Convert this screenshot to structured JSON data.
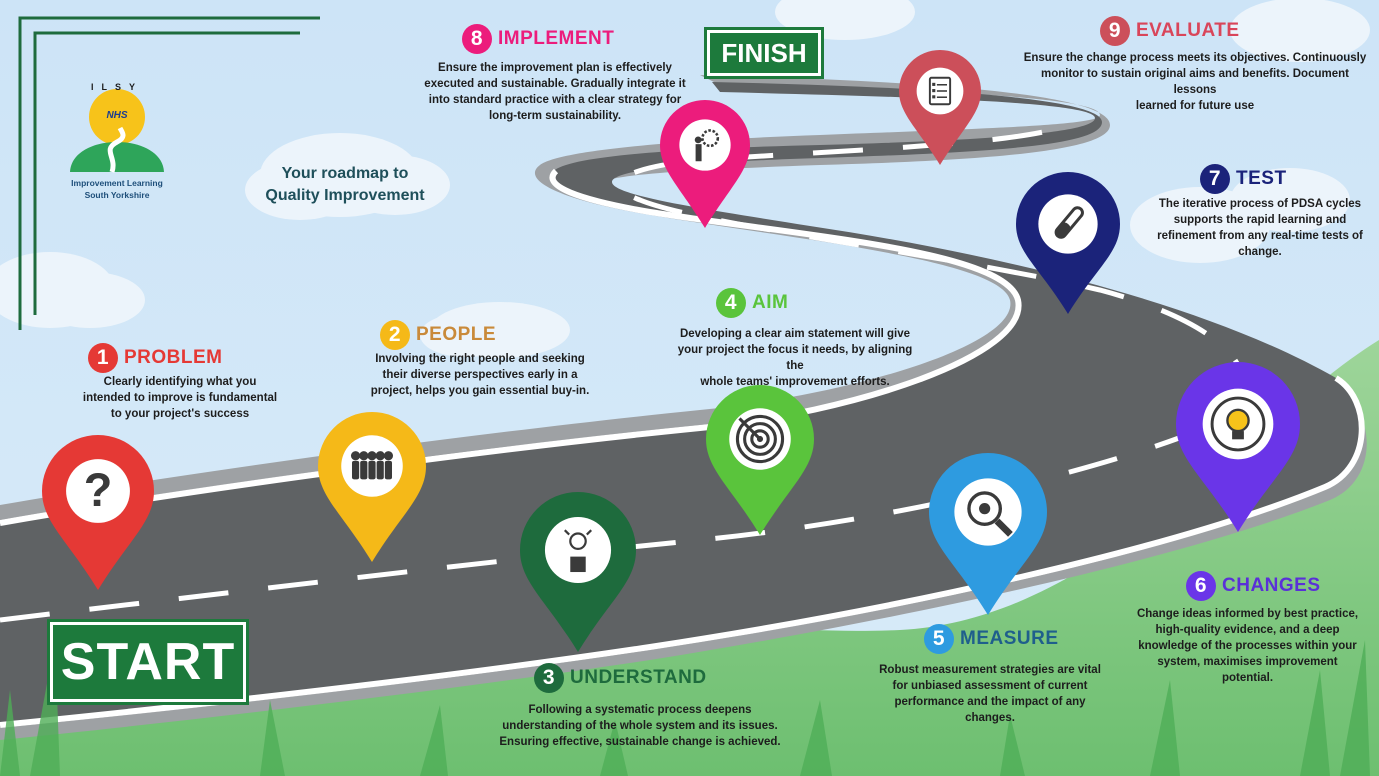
{
  "logo": {
    "arc_letters": "ILSY",
    "badge": "NHS",
    "line1": "Improvement Learning",
    "line2": "South Yorkshire"
  },
  "roadmap_label": {
    "line1": "Your roadmap to",
    "line2": "Quality Improvement"
  },
  "signs": {
    "start": "START",
    "finish": "FINISH"
  },
  "steps": [
    {
      "num": "1",
      "title": "PROBLEM",
      "color": "#e53935",
      "lines": [
        "Clearly identifying what you",
        "intended to improve is fundamental",
        "to your project's success"
      ],
      "icon": "question-mark-icon"
    },
    {
      "num": "2",
      "title": "PEOPLE",
      "color": "#f5b918",
      "title_color": "#c98a3a",
      "lines": [
        "Involving the right people and seeking",
        "their diverse perspectives early in a",
        "project, helps you gain essential buy-in."
      ],
      "icon": "people-group-icon"
    },
    {
      "num": "3",
      "title": "UNDERSTAND",
      "color": "#1e6b3d",
      "lines": [
        "Following a systematic process deepens",
        "understanding of the whole system and its issues.",
        "Ensuring effective, sustainable change is achieved."
      ],
      "icon": "lightbulb-person-icon"
    },
    {
      "num": "4",
      "title": "AIM",
      "color": "#5ac43c",
      "lines": [
        "Developing a clear aim statement will give",
        "your project the focus it needs, by aligning the",
        "whole teams' improvement efforts."
      ],
      "icon": "target-icon"
    },
    {
      "num": "5",
      "title": "MEASURE",
      "color": "#2e9be0",
      "title_color": "#1f5f8c",
      "lines": [
        "Robust measurement strategies are vital",
        "for unbiased assessment of current",
        "performance and the impact of any",
        "changes."
      ],
      "icon": "tape-measure-icon"
    },
    {
      "num": "6",
      "title": "CHANGES",
      "color": "#6a35e8",
      "title_color": "#5a30d8",
      "lines": [
        "Change ideas informed by best practice,",
        "high-quality evidence, and a deep",
        "knowledge of the processes within your",
        "system, maximises improvement",
        "potential."
      ],
      "icon": "lightbulb-icon"
    },
    {
      "num": "7",
      "title": "TEST",
      "color": "#1b237a",
      "lines": [
        "The iterative process of PDSA cycles",
        "supports the rapid learning and",
        "refinement from any real-time tests of",
        "change."
      ],
      "icon": "test-tube-icon"
    },
    {
      "num": "8",
      "title": "IMPLEMENT",
      "color": "#ec1c7c",
      "lines": [
        "Ensure the improvement plan is effectively",
        "executed and sustainable. Gradually integrate it",
        "into standard practice with a clear strategy for",
        "long-term sustainability."
      ],
      "icon": "gear-person-icon"
    },
    {
      "num": "9",
      "title": "EVALUATE",
      "color": "#cc4f5a",
      "title_color": "#d9455a",
      "lines": [
        "Ensure the change process meets its objectives. Continuously",
        "monitor to sustain original aims and benefits. Document lessons",
        "learned for future use"
      ],
      "icon": "checklist-icon"
    }
  ]
}
